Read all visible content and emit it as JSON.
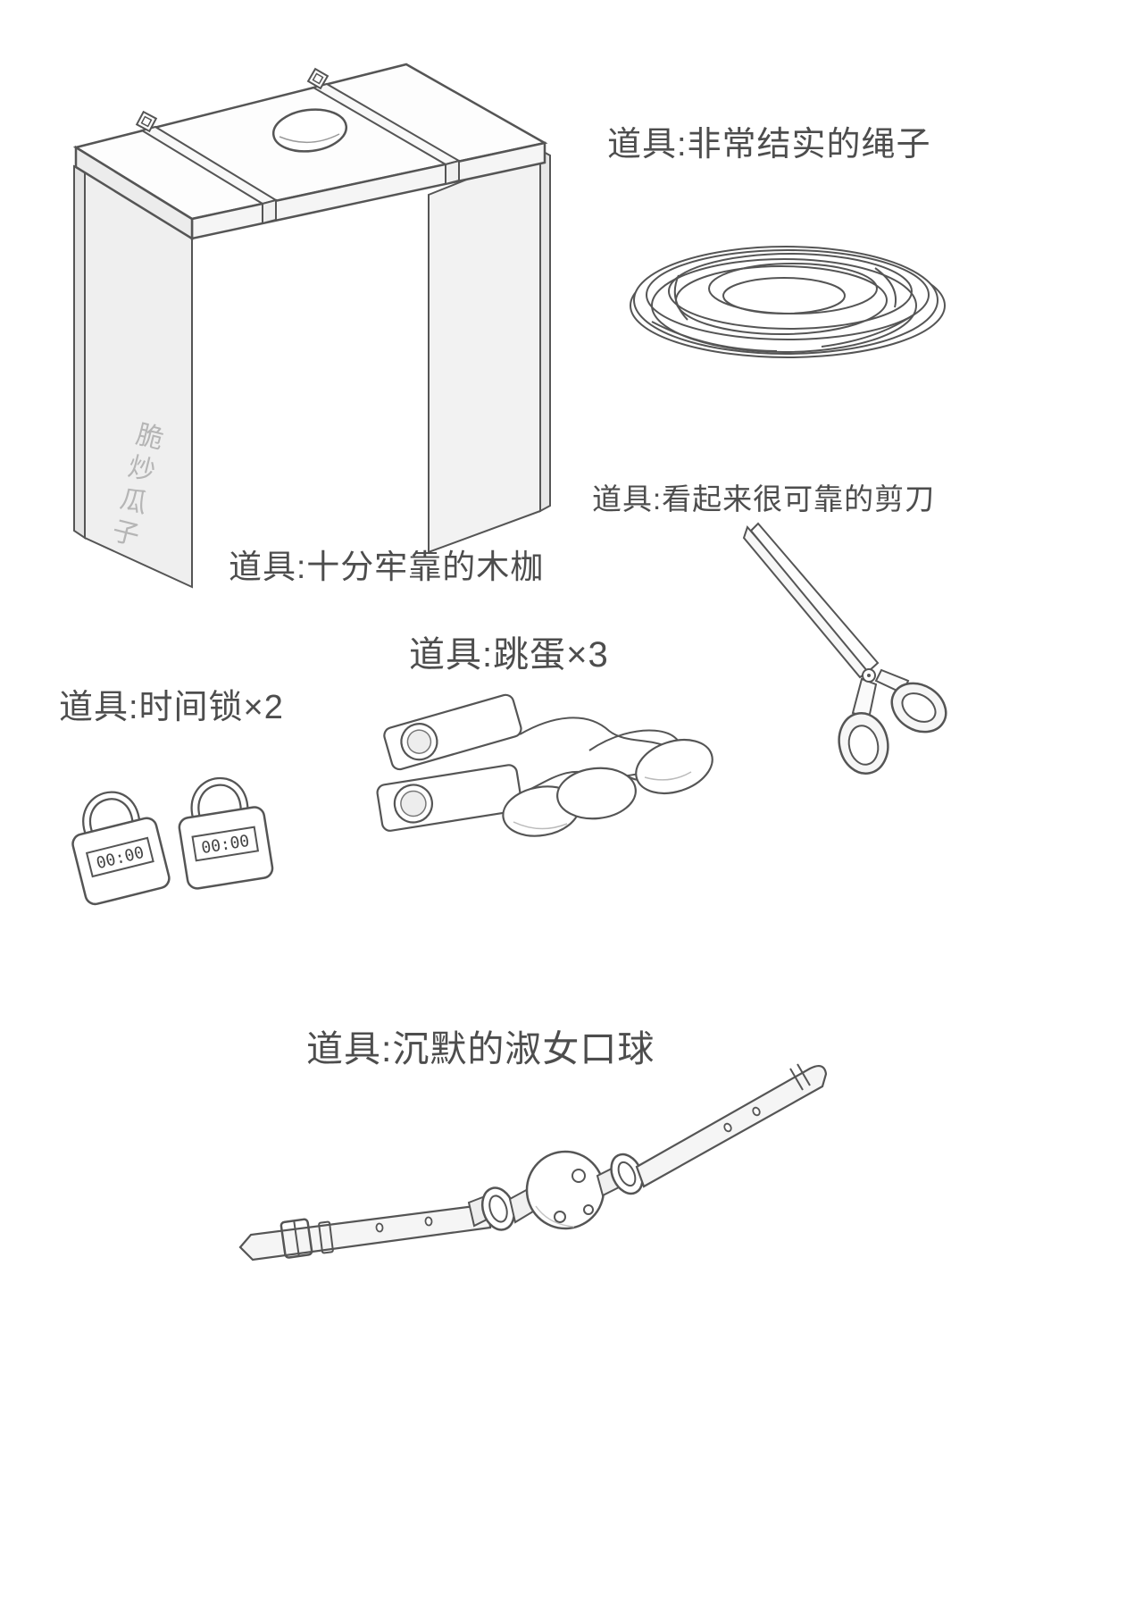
{
  "labels": {
    "rope": "道具:非常结实的绳子",
    "scissors": "道具:看起来很可靠的剪刀",
    "stocks": "道具:十分牢靠的木枷",
    "eggs": "道具:跳蛋×3",
    "timelocks": "道具:时间锁×2",
    "gag": "道具:沉默的淑女口球"
  },
  "watermark": {
    "text": "脆炒瓜子"
  },
  "locks": {
    "display": "00:00"
  },
  "colors": {
    "ink": "#4d4d4d",
    "line": "#555555",
    "watermark": "#b5b5b5",
    "background": "#ffffff"
  }
}
